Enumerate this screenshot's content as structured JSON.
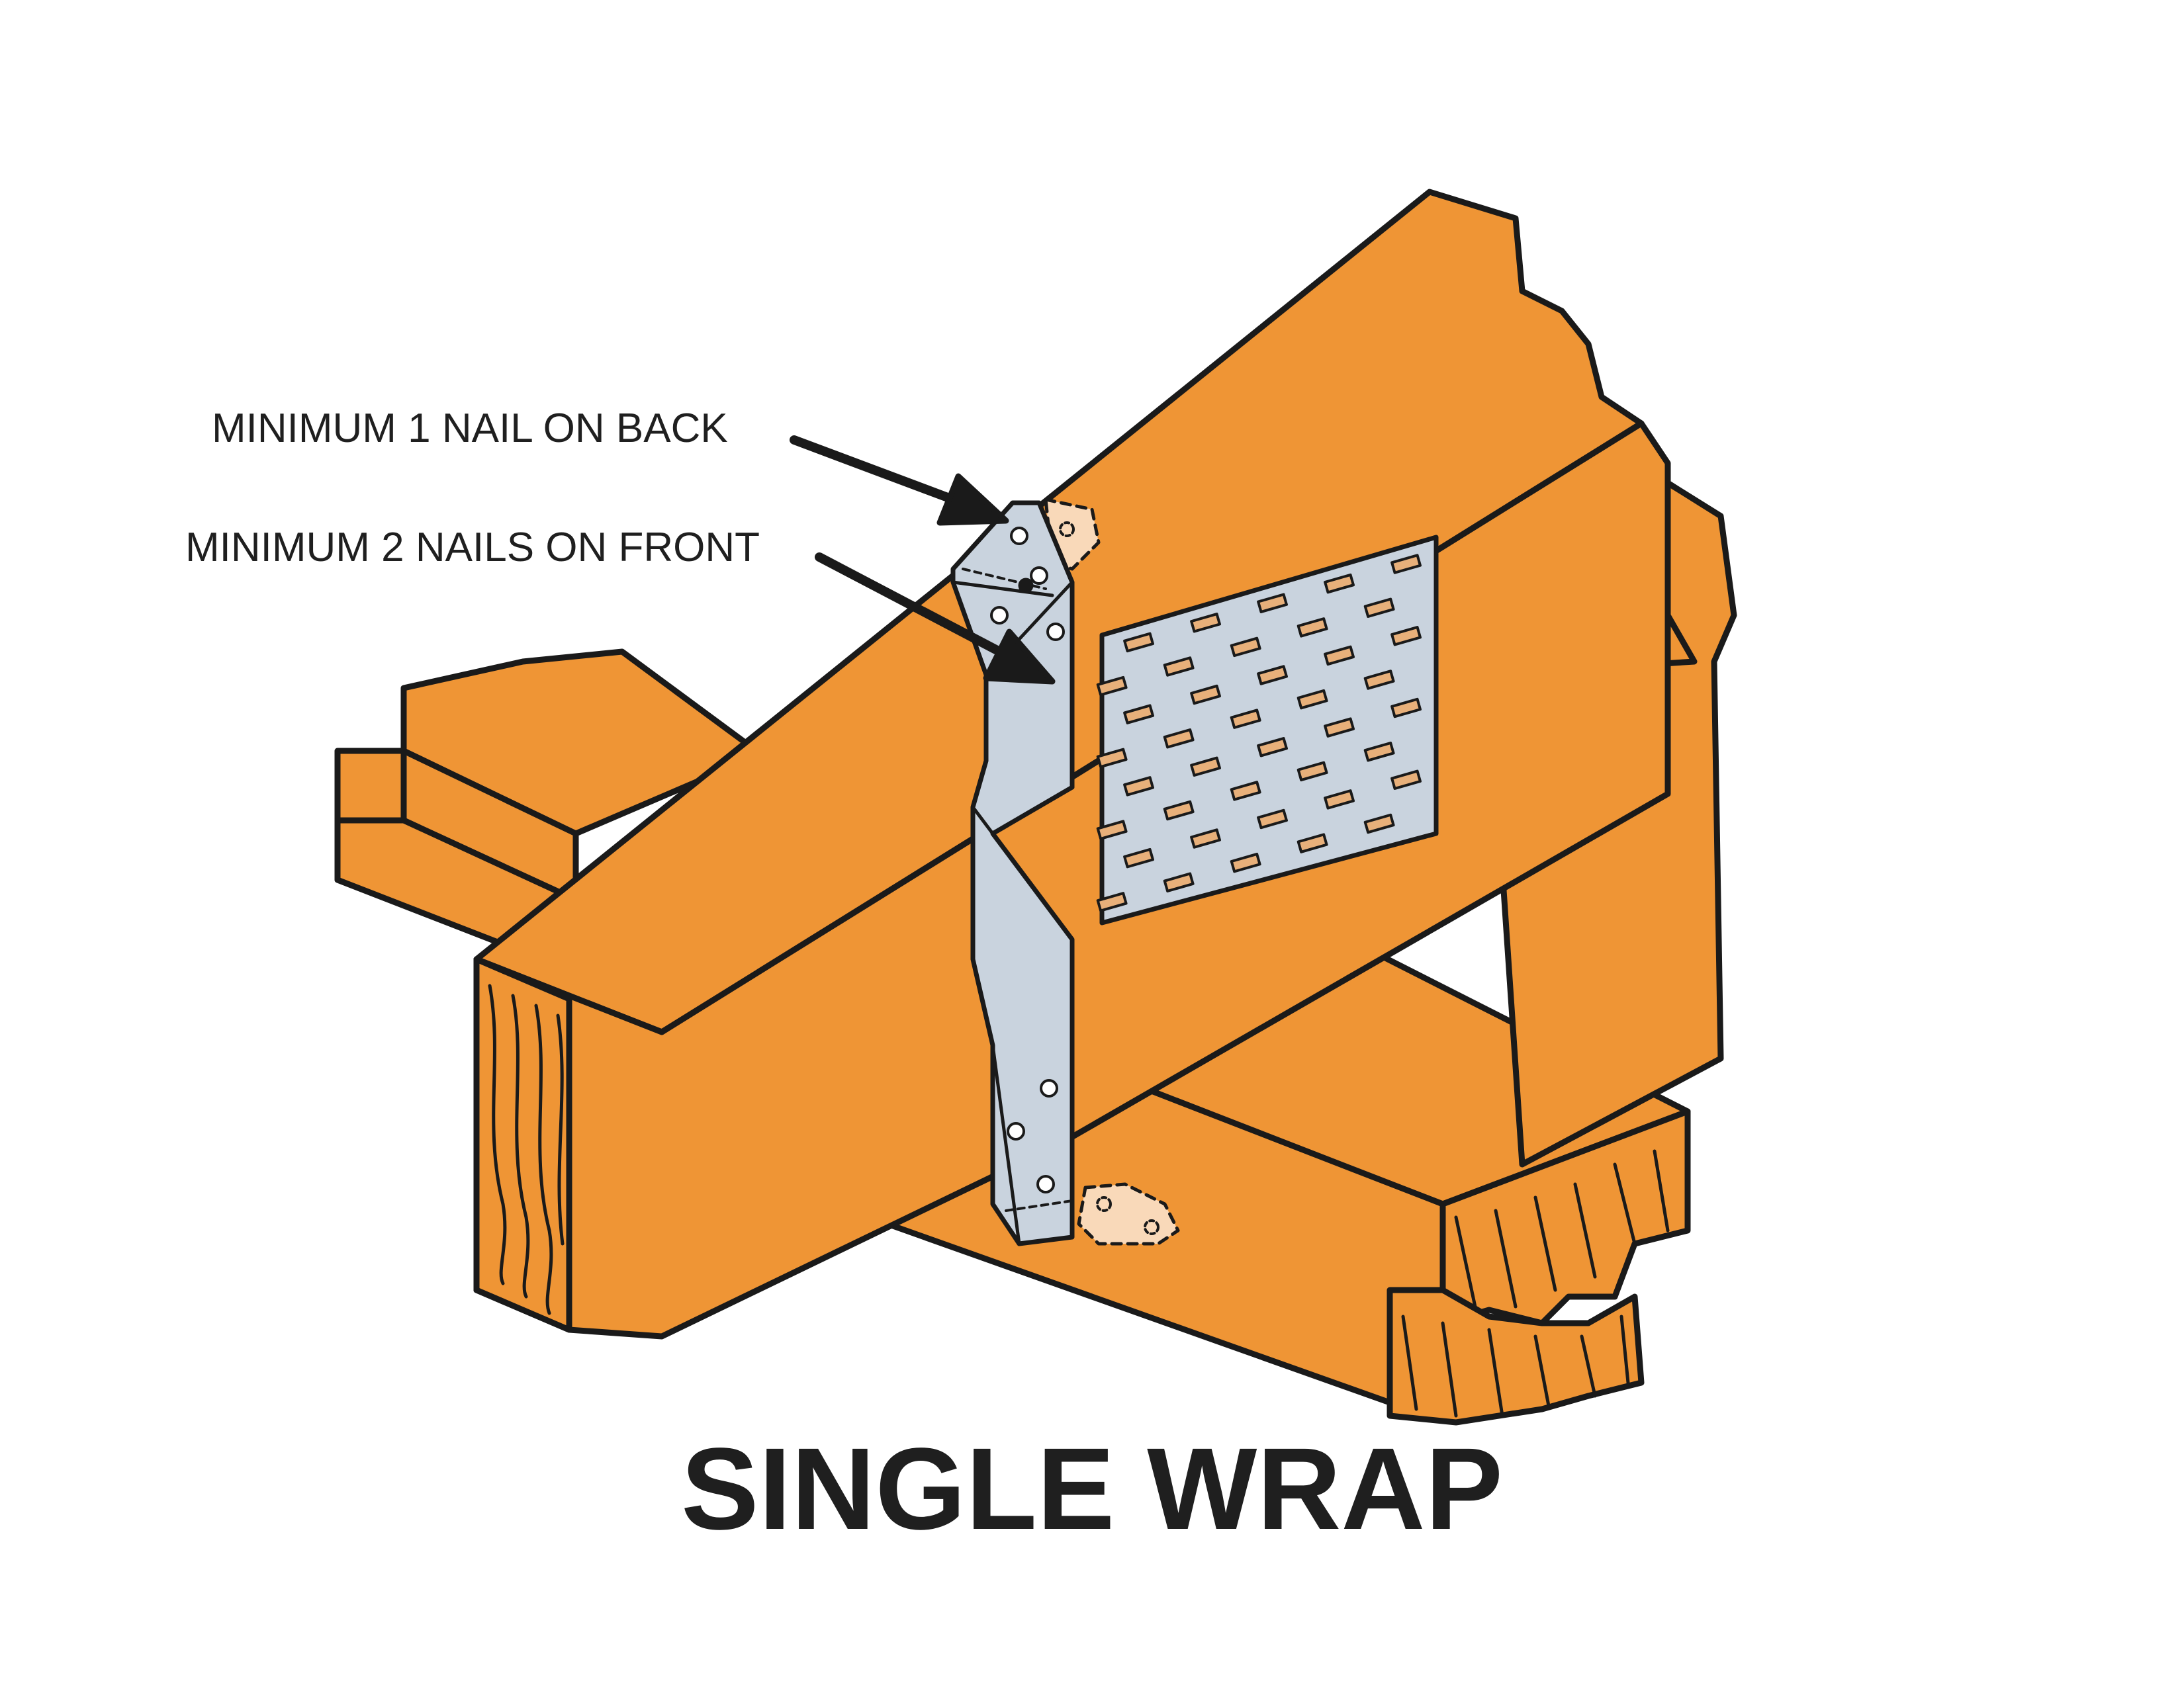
{
  "callouts": {
    "back": "MINIMUM 1 NAIL  ON BACK",
    "front": "MINIMUM 2 NAILS  ON FRONT"
  },
  "title": "SINGLE WRAP",
  "colors": {
    "lumber": "#EF9535",
    "steel": "#C9D3DE",
    "hidden_tab": "#F9D9B9",
    "outline": "#1a1a1a"
  }
}
